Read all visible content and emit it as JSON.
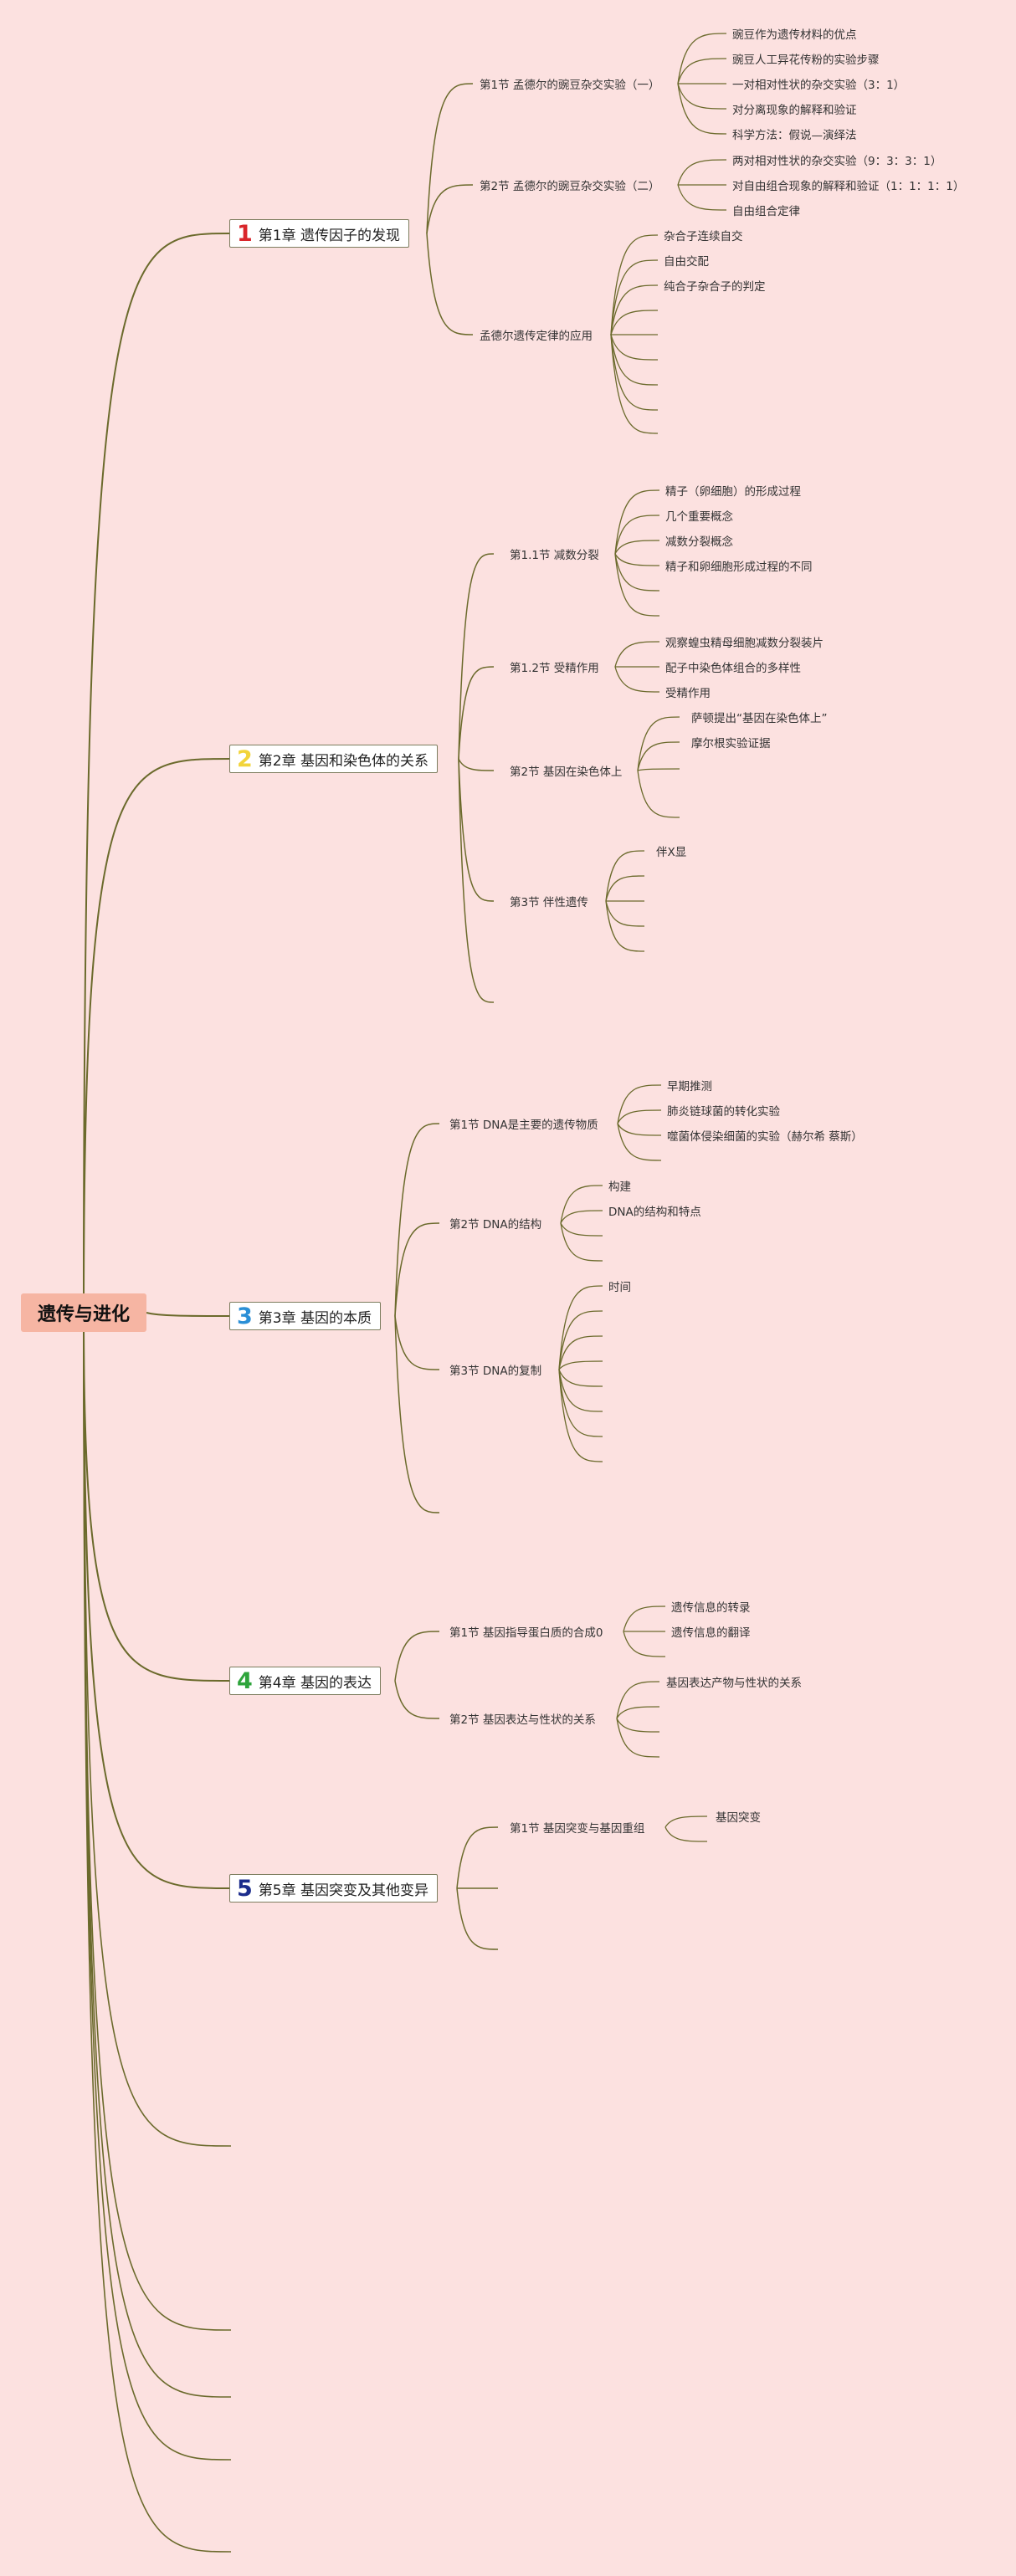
{
  "root": {
    "label": "遗传与进化"
  },
  "chapters": [
    {
      "num": "1",
      "num_color": "#d9262b",
      "label": "第1章 遗传因子的发现",
      "sections": [
        {
          "label": "第1节 孟德尔的豌豆杂交实验（一）",
          "items": [
            "豌豆作为遗传材料的优点",
            "豌豆人工异花传粉的实验步骤",
            "一对相对性状的杂交实验（3：1）",
            "对分离现象的解释和验证",
            "科学方法：假说—演绎法"
          ]
        },
        {
          "label": "第2节 孟德尔的豌豆杂交实验（二）",
          "items": [
            "两对相对性状的杂交实验（9：3：3：1）",
            "对自由组合现象的解释和验证（1：1：1：1）",
            "自由组合定律"
          ]
        },
        {
          "label": "孟德尔遗传定律的应用",
          "items": [
            "杂合子连续自交",
            "自由交配",
            "纯合子杂合子的判定"
          ]
        }
      ]
    },
    {
      "num": "2",
      "num_color": "#f2d43a",
      "label": "第2章 基因和染色体的关系",
      "sections": [
        {
          "label": "第1.1节 减数分裂",
          "items": [
            "精子（卵细胞）的形成过程",
            "几个重要概念",
            "减数分裂概念",
            "精子和卵细胞形成过程的不同"
          ]
        },
        {
          "label": "第1.2节 受精作用",
          "items": [
            "观察蝗虫精母细胞减数分裂装片",
            "配子中染色体组合的多样性",
            "受精作用"
          ]
        },
        {
          "label": "第2节 基因在染色体上",
          "items": [
            "萨顿提出“基因在染色体上”",
            "摩尔根实验证据"
          ]
        },
        {
          "label": "第3节 伴性遗传",
          "items": [
            "伴X显"
          ]
        }
      ]
    },
    {
      "num": "3",
      "num_color": "#2b8fd6",
      "label": "第3章 基因的本质",
      "sections": [
        {
          "label": "第1节 DNA是主要的遗传物质",
          "items": [
            "早期推测",
            "肺炎链球菌的转化实验",
            "噬菌体侵染细菌的实验（赫尔希 蔡斯）"
          ]
        },
        {
          "label": "第2节 DNA的结构",
          "items": [
            "构建",
            "DNA的结构和特点"
          ]
        },
        {
          "label": "第3节 DNA的复制",
          "items": [
            "时间"
          ]
        }
      ]
    },
    {
      "num": "4",
      "num_color": "#2ea43b",
      "label": "第4章 基因的表达",
      "sections": [
        {
          "label": "第1节 基因指导蛋白质的合成0",
          "items": [
            "遗传信息的转录",
            "遗传信息的翻译"
          ]
        },
        {
          "label": "第2节 基因表达与性状的关系",
          "items": [
            "基因表达产物与性状的关系"
          ]
        }
      ]
    },
    {
      "num": "5",
      "num_color": "#1c2d8c",
      "label": "第5章 基因突变及其他变异",
      "sections": [
        {
          "label": "第1节 基因突变与基因重组",
          "items": [
            "基因突变"
          ]
        }
      ]
    }
  ],
  "colors": {
    "background": "#fce1e0",
    "line": "#6b6a2c",
    "root_fill": "#f6b5a3"
  }
}
